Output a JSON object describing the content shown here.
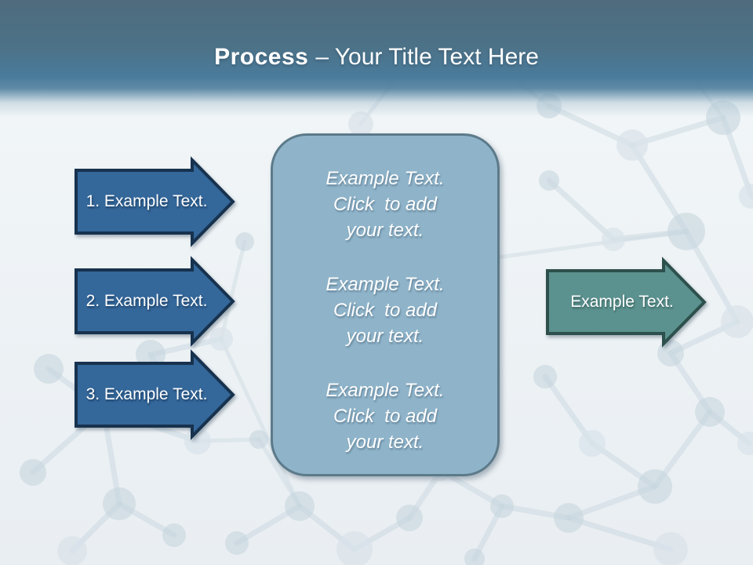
{
  "title": {
    "emphasis": "Process",
    "rest": "– Your Title Text Here"
  },
  "steps": [
    {
      "label": "1. Example Text."
    },
    {
      "label": "2. Example Text."
    },
    {
      "label": "3. Example Text."
    }
  ],
  "center_box": {
    "blocks": [
      {
        "lines": [
          "Example Text.",
          "Click  to add",
          "your text."
        ]
      },
      {
        "lines": [
          "Example Text.",
          "Click  to add",
          "your text."
        ]
      },
      {
        "lines": [
          "Example Text.",
          "Click  to add",
          "your text."
        ]
      }
    ]
  },
  "result_arrow": {
    "label": "Example Text."
  },
  "colors": {
    "header_top": "#4f6b7d",
    "header_blue": "#4a7b9b",
    "slide_bg": "#edf2f5",
    "step_arrow_fill": "#34679a",
    "step_arrow_border": "#17324e",
    "box_fill": "#8fb4ca",
    "box_border": "#5c7a8a",
    "result_arrow_fill": "#5b918e",
    "result_arrow_border": "#2d504c",
    "text_light": "#ffffff"
  }
}
